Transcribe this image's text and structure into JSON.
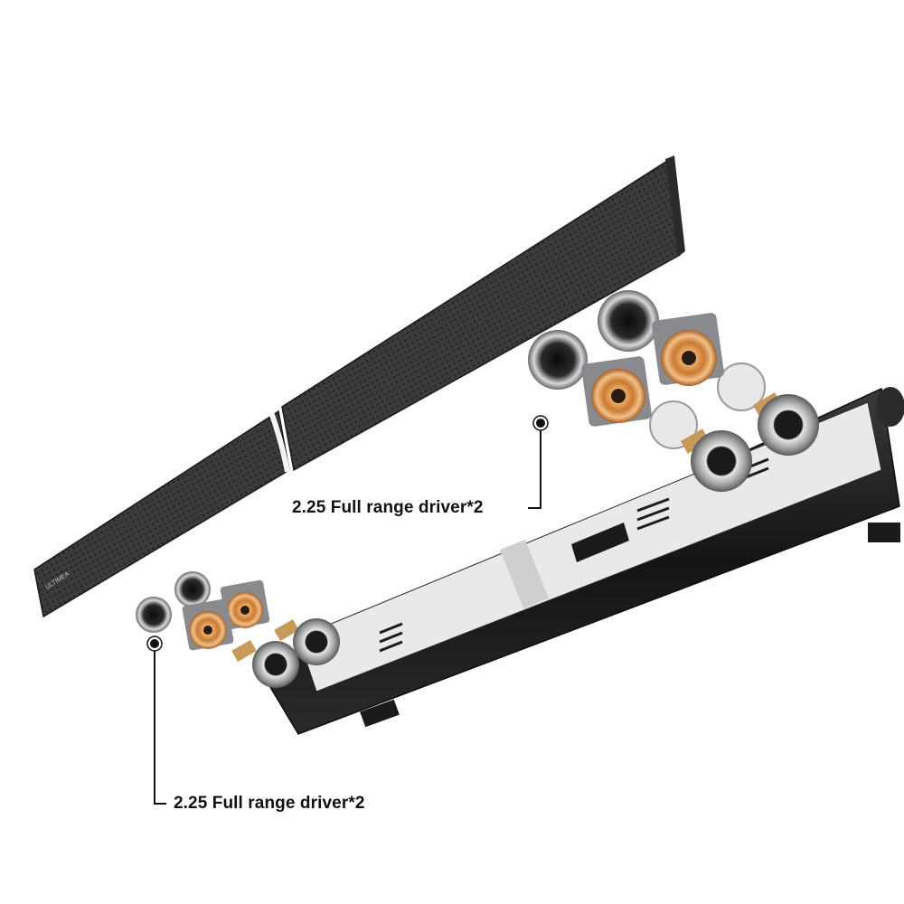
{
  "product": {
    "brand_mark": "ULTIMEA"
  },
  "callouts": [
    {
      "label": "2.25 Full range driver*2"
    },
    {
      "label": "2.25 Full range driver*2"
    }
  ],
  "colors": {
    "grille": "#3a3a3c",
    "body": "#1c1c1e",
    "driver_cone": "#d88a3a",
    "leader_line": "#111111"
  }
}
